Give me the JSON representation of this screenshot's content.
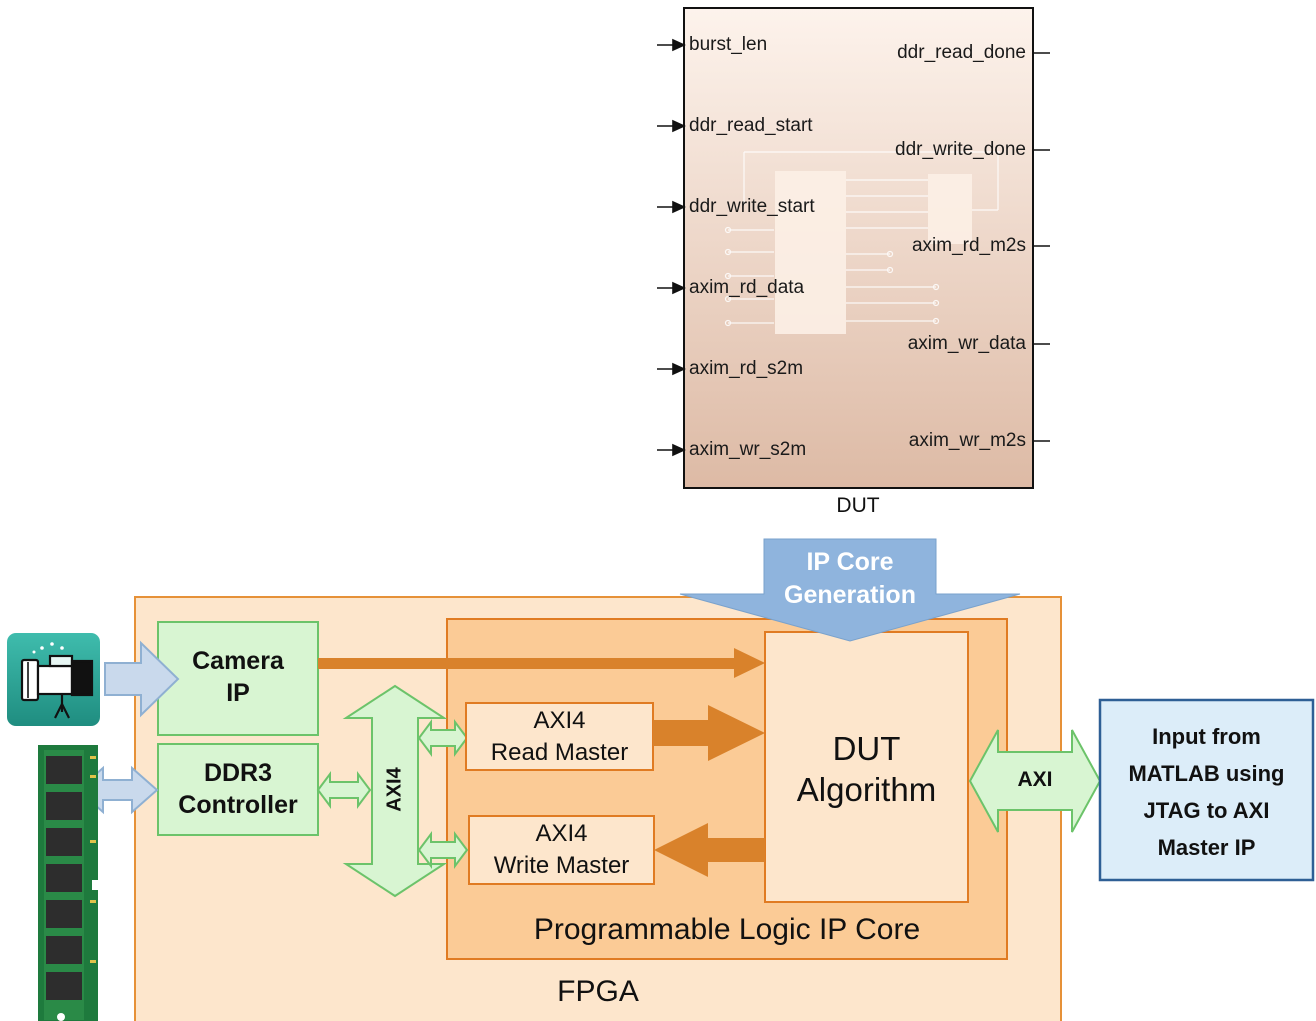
{
  "dut_block": {
    "name": "DUT",
    "inputs": [
      "burst_len",
      "ddr_read_start",
      "ddr_write_start",
      "axim_rd_data",
      "axim_rd_s2m",
      "axim_wr_s2m"
    ],
    "outputs": [
      "ddr_read_done",
      "ddr_write_done",
      "axim_rd_m2s",
      "axim_wr_data",
      "axim_wr_m2s"
    ]
  },
  "fpga": {
    "label": "FPGA",
    "ip_core_label": "Programmable Logic IP Core",
    "camera_ip": [
      "Camera",
      "IP"
    ],
    "ddr3_controller": [
      "DDR3",
      "Controller"
    ],
    "axi4_bus": "AXI4",
    "read_master": [
      "AXI4",
      "Read Master"
    ],
    "write_master": [
      "AXI4",
      "Write Master"
    ],
    "dut_algorithm": [
      "DUT",
      "Algorithm"
    ],
    "ip_core_generation": [
      "IP Core",
      "Generation"
    ],
    "axi_link": "AXI",
    "matlab_input": [
      "Input from",
      "MATLAB using",
      "JTAG to AXI",
      "Master IP"
    ]
  },
  "colors": {
    "fpga_fill": "#fde6cc",
    "fpga_border": "#e69138",
    "ipcore_fill": "#fbcb96",
    "green_fill": "#d8f5d2",
    "green_border": "#6cc36a",
    "orange_arrow": "#d9822b",
    "blue_box_fill": "#dcedf9",
    "blue_box_border": "#2e5f95",
    "ip_gen_arrow": "#8fb4dd",
    "camera_tile": "#2fa89a"
  },
  "icons": [
    "camera-icon",
    "ram-module-icon"
  ]
}
